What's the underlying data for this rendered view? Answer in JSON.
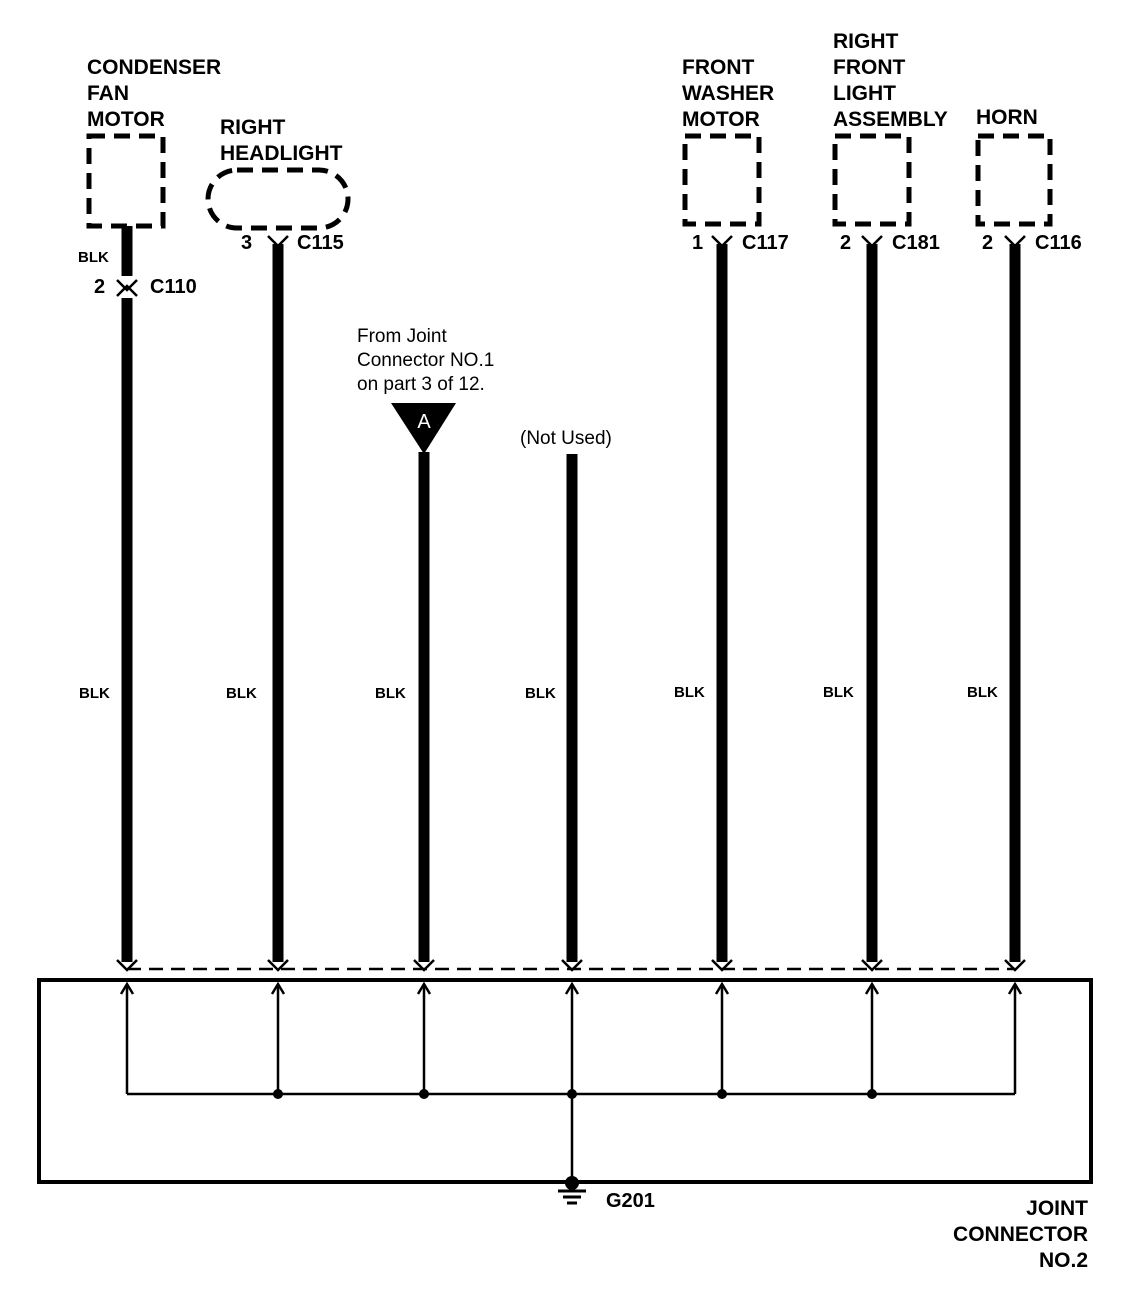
{
  "components": [
    {
      "name_lines": [
        "CONDENSER",
        "FAN",
        "MOTOR"
      ],
      "pin": "2",
      "connector": "C110",
      "wire_color_top": "BLK",
      "wire_color": "BLK"
    },
    {
      "name_lines": [
        "RIGHT",
        "HEADLIGHT"
      ],
      "pin": "3",
      "connector": "C115",
      "wire_color": "BLK"
    },
    {
      "name_lines": [
        "FRONT",
        "WASHER",
        "MOTOR"
      ],
      "pin": "1",
      "connector": "C117",
      "wire_color": "BLK"
    },
    {
      "name_lines": [
        "RIGHT",
        "FRONT",
        "LIGHT",
        "ASSEMBLY"
      ],
      "pin": "2",
      "connector": "C181",
      "wire_color": "BLK"
    },
    {
      "name_lines": [
        "HORN"
      ],
      "pin": "2",
      "connector": "C116",
      "wire_color": "BLK"
    }
  ],
  "offpage": {
    "note_lines": [
      "From Joint",
      "Connector NO.1",
      "on part 3 of 12."
    ],
    "marker": "A",
    "wire_color": "BLK"
  },
  "not_used": {
    "label": "(Not Used)",
    "wire_color": "BLK"
  },
  "ground": {
    "label": "G201"
  },
  "joint_connector": {
    "label_lines": [
      "JOINT",
      "CONNECTOR",
      "NO.2"
    ]
  }
}
